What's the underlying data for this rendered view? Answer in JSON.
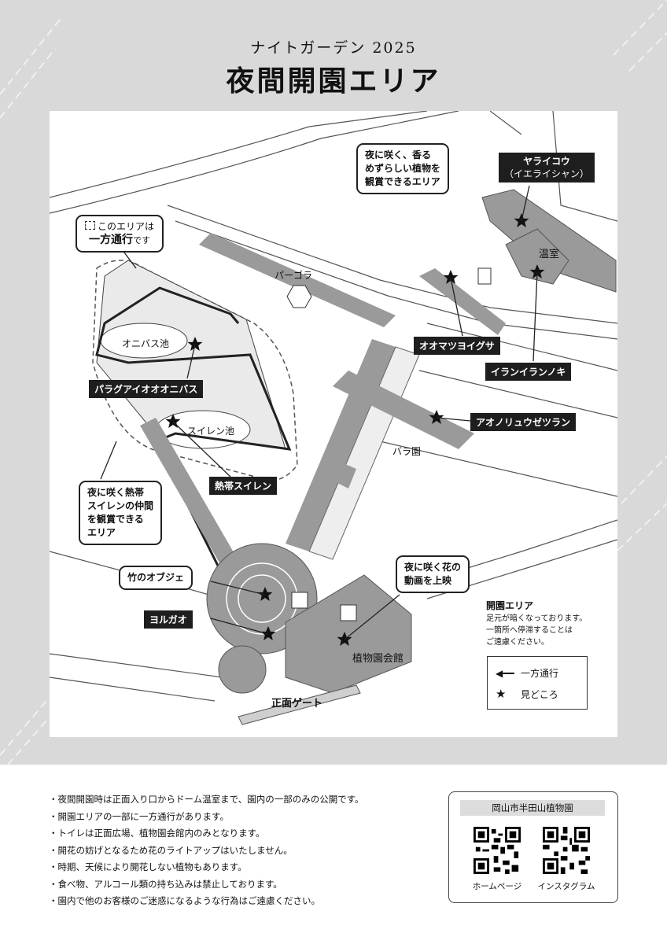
{
  "header": {
    "subtitle": "ナイトガーデン 2025",
    "title": "夜間開園エリア"
  },
  "colors": {
    "page_bg": "#d9d9d9",
    "area_gray": "#9a9a9a",
    "label_bg": "#1e1e1e",
    "road": "#ffffff"
  },
  "map": {
    "one_way_note": {
      "line1": "このエリアは",
      "line2": "一方通行",
      "line3": "です"
    },
    "places": {
      "pergola": "パーゴラ",
      "onibasu_pond": "オニバス池",
      "suiren_pond": "スイレン池",
      "rose_garden": "バラ園",
      "greenhouse": "温室",
      "hall": "植物園会館",
      "front_gate": "正面ゲート"
    },
    "labels": {
      "yaraikou": "ヤライコウ",
      "yaraikou_sub": "（イエライシャン）",
      "omatsuyoigusa": "オオマツヨイグサ",
      "ylang": "イランイランノキ",
      "aonoryu": "アオノリュウゼツラン",
      "paraguai": "パラグアイオオオニバス",
      "nettai": "熱帯スイレン",
      "take": "竹のオブジェ",
      "yorugao": "ヨルガオ"
    },
    "bubbles": {
      "night_fragrant": [
        "夜に咲く、香る",
        "めずらしい植物を",
        "観賞できるエリア"
      ],
      "tropical_lily": [
        "夜に咲く熱帯",
        "スイレンの仲間",
        "を観賞できる",
        "エリア"
      ],
      "flower_video": [
        "夜に咲く花の",
        "動画を上映"
      ]
    },
    "open_area": {
      "title": "開園エリア",
      "lines": [
        "足元が暗くなっております。",
        "一箇所へ停滞することは",
        "ご遠慮ください。"
      ]
    },
    "legend": {
      "one_way": "一方通行",
      "highlight": "見どころ"
    }
  },
  "notes": [
    "夜間開園時は正面入り口からドーム温室まで、園内の一部のみの公開です。",
    "開園エリアの一部に一方通行があります。",
    "トイレは正面広場、植物園会館内のみとなります。",
    "開花の妨げとなるため花のライトアップはいたしません。",
    "時期、天候により開花しない植物もあります。",
    "食べ物、アルコール類の持ち込みは禁止しております。",
    "園内で他のお客様のご迷惑になるような行為はご遠慮ください。"
  ],
  "qr_panel": {
    "title": "岡山市半田山植物園",
    "homepage": "ホームページ",
    "instagram": "インスタグラム"
  }
}
